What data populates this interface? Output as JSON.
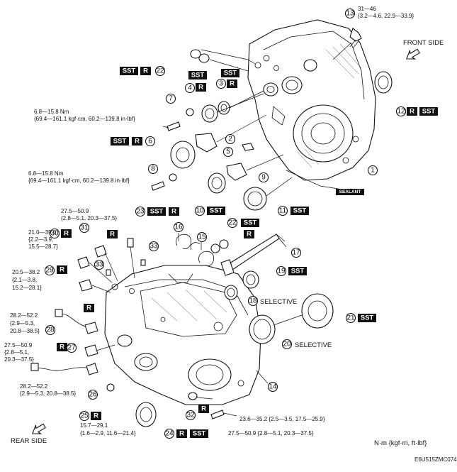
{
  "callouts": [
    {
      "id": "c1",
      "number": "1"
    },
    {
      "id": "c2",
      "number": "2"
    },
    {
      "id": "c3",
      "number": "3"
    },
    {
      "id": "c4",
      "number": "4"
    },
    {
      "id": "c5",
      "number": "5"
    },
    {
      "id": "c6",
      "number": "6"
    },
    {
      "id": "c7",
      "number": "7"
    },
    {
      "id": "c8",
      "number": "8"
    },
    {
      "id": "c9",
      "number": "9"
    },
    {
      "id": "c10",
      "number": "10"
    },
    {
      "id": "c11",
      "number": "11"
    },
    {
      "id": "c12",
      "number": "12"
    },
    {
      "id": "c13",
      "number": "13"
    },
    {
      "id": "c14",
      "number": "14"
    },
    {
      "id": "c15",
      "number": "15"
    },
    {
      "id": "c16",
      "number": "16"
    },
    {
      "id": "c17",
      "number": "17"
    },
    {
      "id": "c18",
      "number": "18"
    },
    {
      "id": "c19",
      "number": "19"
    },
    {
      "id": "c20",
      "number": "20"
    },
    {
      "id": "c21",
      "number": "21"
    },
    {
      "id": "c22a",
      "number": "22"
    },
    {
      "id": "c22b",
      "number": "22"
    },
    {
      "id": "c23",
      "number": "23"
    },
    {
      "id": "c24",
      "number": "24"
    },
    {
      "id": "c25",
      "number": "25"
    },
    {
      "id": "c26",
      "number": "26"
    },
    {
      "id": "c27",
      "number": "27"
    },
    {
      "id": "c28",
      "number": "28"
    },
    {
      "id": "c29",
      "number": "29"
    },
    {
      "id": "c30",
      "number": "30"
    },
    {
      "id": "c31",
      "number": "31"
    },
    {
      "id": "c32",
      "number": "32"
    },
    {
      "id": "c33a",
      "number": "33"
    },
    {
      "id": "c33b",
      "number": "33"
    }
  ],
  "tags": {
    "sst": "SST",
    "r": "R"
  },
  "torque_labels": {
    "t13_l1": "31—46",
    "t13_l2": "{3.2—4.6, 22.9—33.9}",
    "t7_l1": "6.8—15.8 Nm",
    "t7_l2": "{69.4—161.1 kgf·cm, 60.2—139.8 in·lbf}",
    "t8_l1": "6.8—15.8 Nm",
    "t8_l2": "{69.4—161.1 kgf·cm, 60.2—139.8 in·lbf}",
    "t23_l1": "27.5—50.9",
    "t23_l2": "{2.8—5.1, 20.3—37.5}",
    "t30_l1": "21.0—39.0",
    "t30_l2": "{2.2—3.9,",
    "t30_l3": "15.5—28.7}",
    "t29_l1": "20.5—38.2",
    "t29_l2": "{2.1—3.8,",
    "t29_l3": "15.2—28.1}",
    "t28_l1": "28.2—52.2",
    "t28_l2": "{2.9—5.3,",
    "t28_l3": "20.8—38.5}",
    "t27_l1": "27.5—50.9",
    "t27_l2": "{2.8—5.1,",
    "t27_l3": "20.3—37.5}",
    "t26_l1": "28.2—52.2",
    "t26_l2": "{2.9—5.3, 20.8—38.5}",
    "t25_l1": "15.7—29.1",
    "t25_l2": "{1.6—2.9, 11.6—21.4}",
    "t_right1": "23.6—35.2 {2.5—3.5, 17.5—25.9}",
    "t_right2": "27.5—50.9 {2.8—5.1, 20.3—37.5}"
  },
  "labels": {
    "front_side": "FRONT SIDE",
    "rear_side": "REAR SIDE",
    "sealant": "SEALANT",
    "selective_18": "SELECTIVE",
    "selective_20": "SELECTIVE",
    "units": "N·m {kgf·m, ft·lbf}",
    "figure_code": "E6U515ZMC074"
  }
}
